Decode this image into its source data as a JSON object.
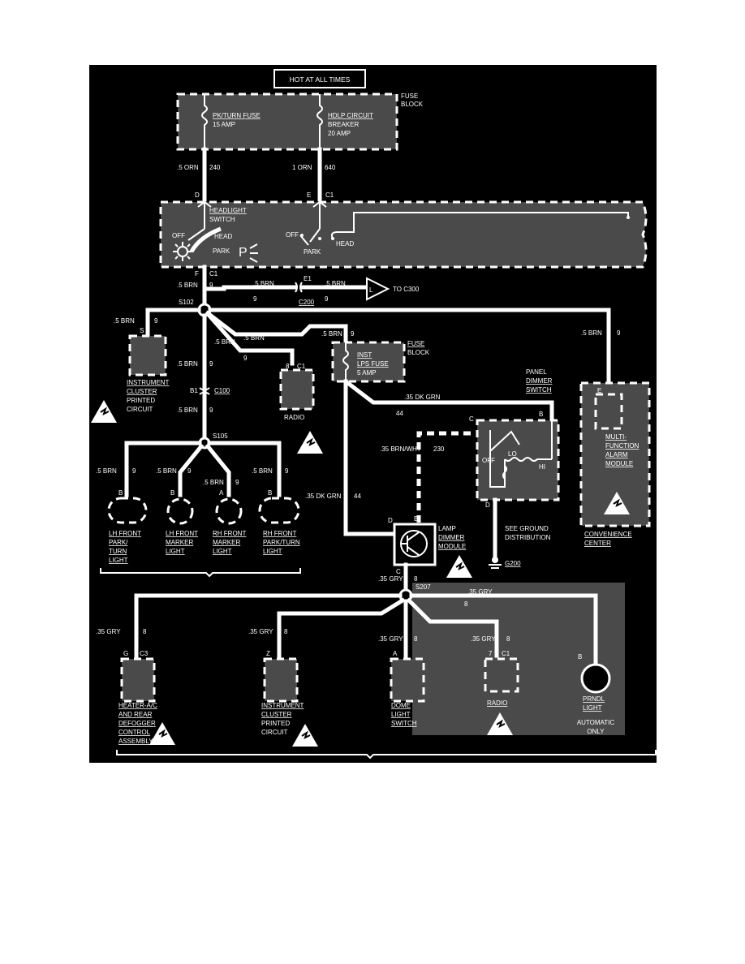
{
  "header": {
    "hot_at_all_times": "HOT AT ALL TIMES"
  },
  "fuse_block": {
    "label_1": "FUSE",
    "label_2": "BLOCK",
    "fuse_1_name": "PK/TURN FUSE",
    "fuse_1_rating": "15 AMP",
    "breaker_name_1": "HDLP CIRCUIT",
    "breaker_name_2": "BREAKER",
    "breaker_rating": "20 AMP"
  },
  "wires_top": {
    "w240_gauge": ".5 ORN",
    "w240_circuit": "240",
    "w640_gauge": "1 ORN",
    "w640_circuit": "640",
    "pin_d": "D",
    "pin_e": "E",
    "conn_c1": "C1"
  },
  "headlight_switch": {
    "title_1": "HEADLIGHT",
    "title_2": "SWITCH",
    "off_left": "OFF",
    "head_left": "HEAD",
    "park_left": "PARK",
    "park_symbol": "P",
    "off_right": "OFF",
    "park_right": "PARK",
    "head_right": "HEAD",
    "pin_f": "F",
    "conn_c1": "C1"
  },
  "brown_main": {
    "gauge_left": ".5 BRN",
    "circuit": "9",
    "to_c300_gauge_1": ".5 BRN",
    "to_c300_circuit_1": "9",
    "e1": "E1",
    "c200": "C200",
    "to_c300_gauge_2": ".5 BRN",
    "to_c300_circuit_2": "9",
    "l_label": "L",
    "to_c300": "TO C300",
    "splice_s102": "S102",
    "cluster_gauge": ".5 BRN",
    "cluster_circuit": "9",
    "cluster_pin": "S",
    "radio_gauge": ".5 BRN",
    "radio_circuit": "9",
    "fuse_gauge": ".5 BRN",
    "fuse_circuit": "9",
    "conv_gauge": ".5 BRN",
    "conv_circuit": "9",
    "down_gauge": ".5 BRN",
    "down_circuit": "9",
    "b1": "B1",
    "c100": "C100",
    "down2_gauge": ".5 BRN",
    "down2_circuit": "9",
    "splice_s105": "S105"
  },
  "instrument_cluster_top": {
    "line_1": "INSTRUMENT",
    "line_2": "CLUSTER",
    "line_3": "PRINTED",
    "line_4": "CIRCUIT"
  },
  "radio_top": {
    "pin": "8",
    "conn": "C1",
    "label": "RADIO"
  },
  "inst_fuse": {
    "line_1": "INST",
    "line_2": "LPS FUSE",
    "line_3": "5 AMP",
    "block_1": "FUSE",
    "block_2": "BLOCK"
  },
  "panel_dimmer": {
    "line_1": "PANEL",
    "line_2": "DIMMER",
    "line_3": "SWITCH",
    "in_gauge": ".35 DK GRN",
    "in_circuit": "44",
    "pin_b": "B",
    "off": "OFF",
    "lo": "LO",
    "hi": "HI",
    "pin_c": "C",
    "pin_d": "D",
    "ground_1": "SEE GROUND",
    "ground_2": "DISTRIBUTION",
    "g200": "G200"
  },
  "conv_center": {
    "pin": "E",
    "module_1": "MULTI-",
    "module_2": "FUNCTION",
    "module_3": "ALARM",
    "module_4": "MODULE",
    "center_1": "CONVENIENCE",
    "center_2": "CENTER"
  },
  "lamp_dimmer": {
    "brnwht_gauge": ".35 BRN/WHT",
    "brnwht_circuit": "230",
    "dkgrn_gauge": ".35 DK GRN",
    "dkgrn_circuit": "44",
    "pin_d": "D",
    "pin_b": "B",
    "pin_c": "C",
    "line_1": "LAMP",
    "line_2": "DIMMER",
    "line_3": "MODULE"
  },
  "front_lights": [
    {
      "gauge": ".5 BRN",
      "circuit": "9",
      "pin": "B",
      "l1": "LH FRONT",
      "l2": "PARK/",
      "l3": "TURN",
      "l4": "LIGHT"
    },
    {
      "gauge": ".5 BRN",
      "circuit": "9",
      "pin": "B",
      "l1": "LH FRONT",
      "l2": "MARKER",
      "l3": "LIGHT",
      "l4": ""
    },
    {
      "gauge": ".5 BRN",
      "circuit": "9",
      "pin": "A",
      "l1": "RH FRONT",
      "l2": "MARKER",
      "l3": "LIGHT",
      "l4": ""
    },
    {
      "gauge": ".5 BRN",
      "circuit": "9",
      "pin": "B",
      "l1": "RH FRONT",
      "l2": "PARK/TURN",
      "l3": "LIGHT",
      "l4": ""
    }
  ],
  "gray_bus": {
    "down_gauge": ".35 GRY",
    "down_circuit": "8",
    "splice_s207": "S207",
    "right_gauge": ".35 GRY",
    "right_circuit": "8"
  },
  "bottom_loads": [
    {
      "gauge": ".35 GRY",
      "circuit": "8",
      "pin": "G",
      "conn": "C3",
      "l1": "HEATER-A/C",
      "l2": "AND REAR",
      "l3": "DEFOGGER",
      "l4": "CONTROL",
      "l5": "ASSEMBLY"
    },
    {
      "gauge": ".35 GRY",
      "circuit": "8",
      "pin": "Z",
      "conn": "",
      "l1": "INSTRUMENT",
      "l2": "CLUSTER",
      "l3": "PRINTED",
      "l4": "CIRCUIT",
      "l5": ""
    },
    {
      "gauge": ".35 GRY",
      "circuit": "8",
      "pin": "A",
      "conn": "",
      "l1": "DOME",
      "l2": "LIGHT",
      "l3": "SWITCH",
      "l4": "",
      "l5": ""
    },
    {
      "gauge": ".35 GRY",
      "circuit": "8",
      "pin": "7",
      "conn": "C1",
      "l1": "RADIO",
      "l2": "",
      "l3": "",
      "l4": "",
      "l5": ""
    }
  ],
  "prndl": {
    "pin": "B",
    "l1": "PRNDL",
    "l2": "LIGHT",
    "auto_1": "AUTOMATIC",
    "auto_2": "ONLY"
  }
}
